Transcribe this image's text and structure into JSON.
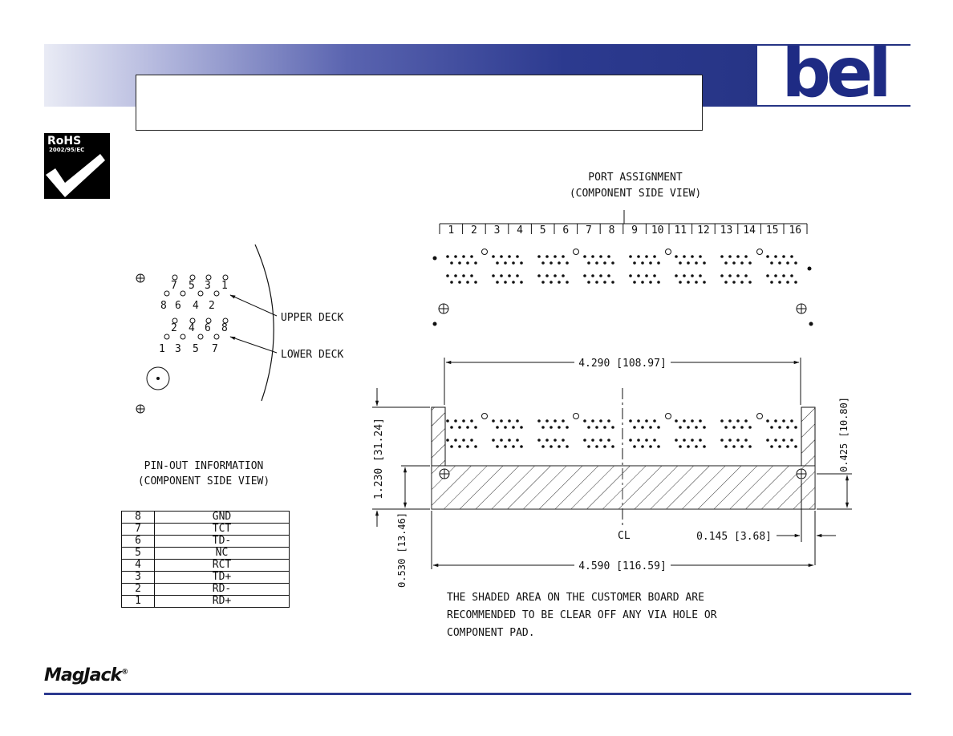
{
  "header": {
    "logo_text": "bel",
    "title_box_text": ""
  },
  "rohs": {
    "label": "RoHS",
    "directive": "2002/95/EC"
  },
  "port_assignment": {
    "title": "PORT ASSIGNMENT",
    "subtitle": "(COMPONENT SIDE VIEW)",
    "ports": [
      "1",
      "2",
      "3",
      "4",
      "5",
      "6",
      "7",
      "8",
      "9",
      "10",
      "11",
      "12",
      "13",
      "14",
      "15",
      "16"
    ]
  },
  "pin_layout": {
    "upper_top": [
      "7",
      "5",
      "3",
      "1"
    ],
    "upper_bottom": [
      "8",
      "6",
      "4",
      "2"
    ],
    "lower_top": [
      "2",
      "4",
      "6",
      "8"
    ],
    "lower_bottom": [
      "1",
      "3",
      "5",
      "7"
    ],
    "upper_label": "UPPER DECK",
    "lower_label": "LOWER DECK"
  },
  "pinout": {
    "title": "PIN-OUT INFORMATION",
    "subtitle": "(COMPONENT SIDE VIEW)",
    "rows": [
      {
        "pin": "8",
        "signal": "GND"
      },
      {
        "pin": "7",
        "signal": "TCT"
      },
      {
        "pin": "6",
        "signal": "TD-"
      },
      {
        "pin": "5",
        "signal": "NC"
      },
      {
        "pin": "4",
        "signal": "RCT"
      },
      {
        "pin": "3",
        "signal": "TD+"
      },
      {
        "pin": "2",
        "signal": "RD-"
      },
      {
        "pin": "1",
        "signal": "RD+"
      }
    ]
  },
  "dimensions": {
    "inner_width": "4.290 [108.97]",
    "overall_width": "4.590 [116.59]",
    "height": "1.230 [31.24]",
    "depth": "0.530 [13.46]",
    "offset_right": "0.425 [10.80]",
    "edge": "0.145 [3.68]",
    "centerline": "CL"
  },
  "note": [
    "THE SHADED AREA ON THE CUSTOMER BOARD ARE",
    "RECOMMENDED TO BE CLEAR OFF ANY VIA HOLE OR",
    "COMPONENT PAD."
  ],
  "footer": {
    "brand": "MagJack",
    "reg": "®"
  }
}
